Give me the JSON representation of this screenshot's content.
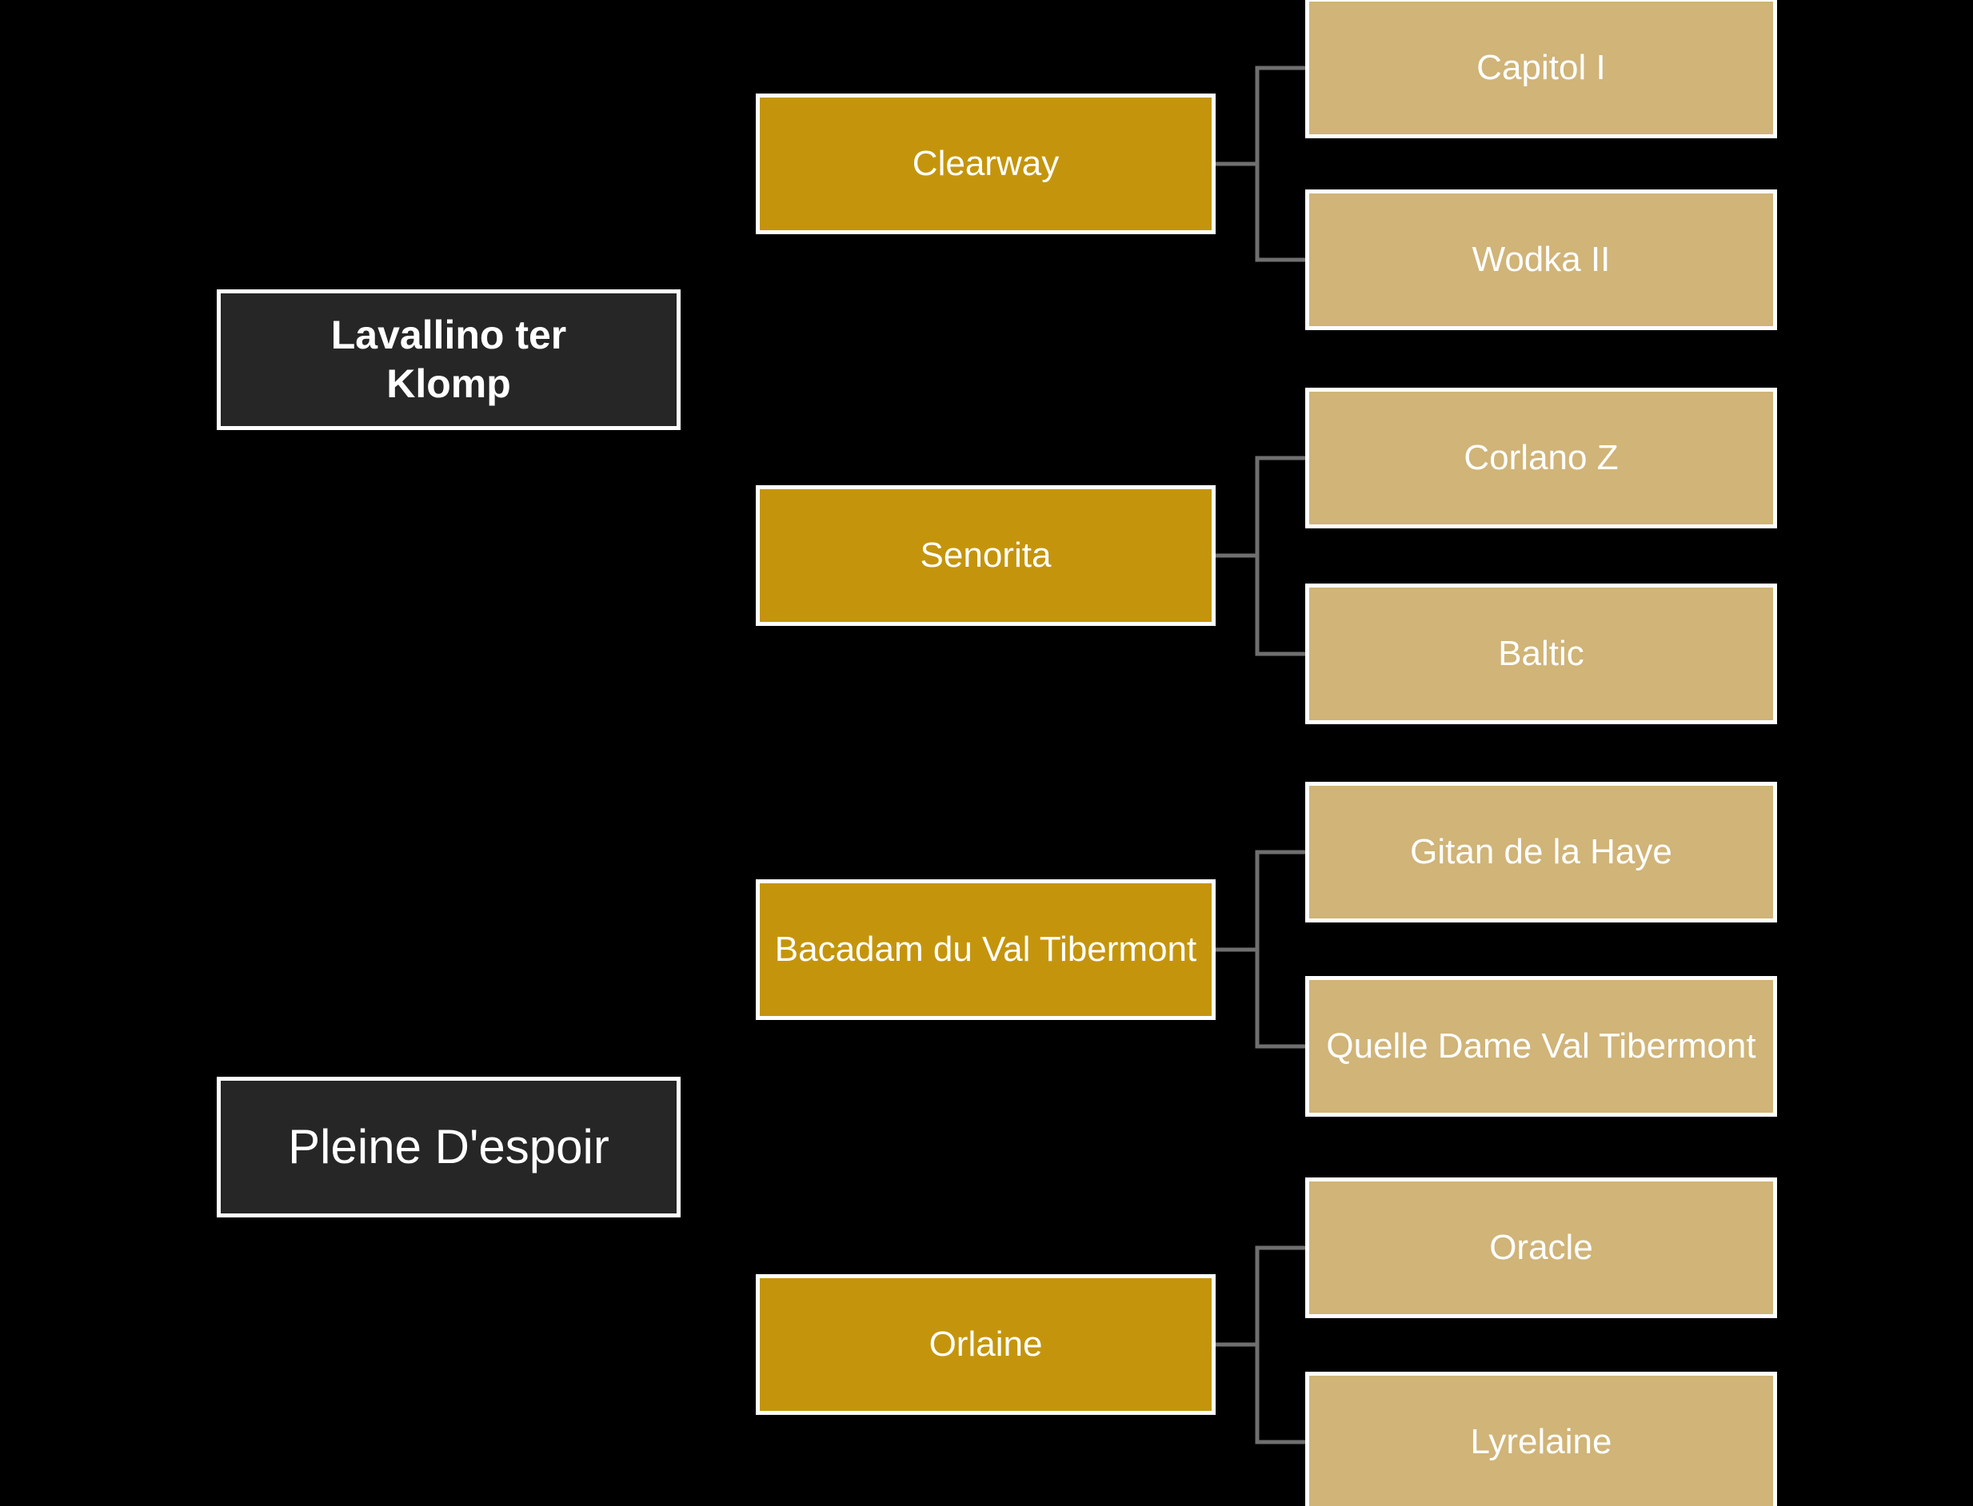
{
  "diagram": {
    "type": "family-tree",
    "orientation": "left-to-right"
  },
  "colors": {
    "background": "#000000",
    "root_box": "#262626",
    "parent_box": "#C4950C",
    "grandparent_box": "#D0B478",
    "box_border": "#FFFFFF",
    "connector": "#6F6F6F",
    "text": "#FFFFFF"
  },
  "tree": {
    "roots": [
      {
        "label": "Lavallino ter Klomp",
        "children": [
          {
            "label": "Clearway",
            "children": [
              {
                "label": "Capitol I"
              },
              {
                "label": "Wodka II"
              }
            ]
          },
          {
            "label": "Senorita",
            "children": [
              {
                "label": "Corlano Z"
              },
              {
                "label": "Baltic"
              }
            ]
          }
        ]
      },
      {
        "label": "Pleine D'espoir",
        "children": [
          {
            "label": "Bacadam du Val Tibermont",
            "children": [
              {
                "label": "Gitan de la Haye"
              },
              {
                "label": "Quelle Dame Val Tibermont"
              }
            ]
          },
          {
            "label": "Orlaine",
            "children": [
              {
                "label": "Oracle"
              },
              {
                "label": "Lyrelaine"
              }
            ]
          }
        ]
      }
    ]
  }
}
